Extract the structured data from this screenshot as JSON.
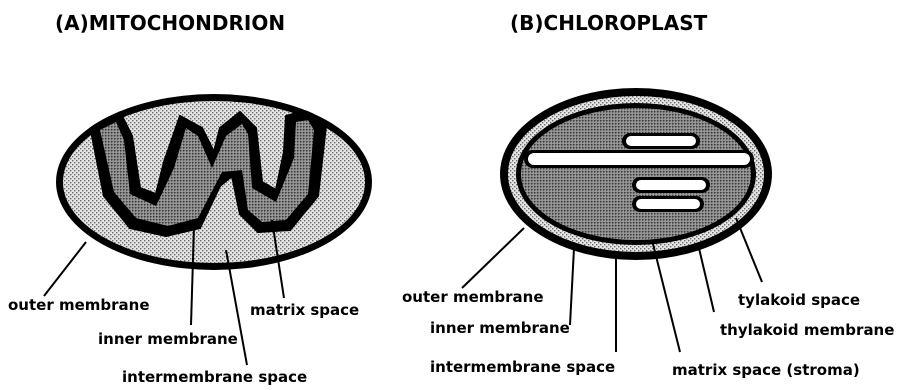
{
  "mitochondrion": {
    "title": "(A)MITOCHONDRION",
    "labels": {
      "outer": "outer membrane",
      "inner": "inner membrane",
      "intermembrane": "intermembrane space",
      "matrix": "matrix space"
    }
  },
  "chloroplast": {
    "title": "(B)CHLOROPLAST",
    "labels": {
      "outer": "outer membrane",
      "inner": "inner membrane",
      "intermembrane": "intermembrane space",
      "matrix": "matrix space (stroma)",
      "tylakoid_space": "tylakoid space",
      "thylakoid_membrane": "thylakoid membrane"
    }
  }
}
